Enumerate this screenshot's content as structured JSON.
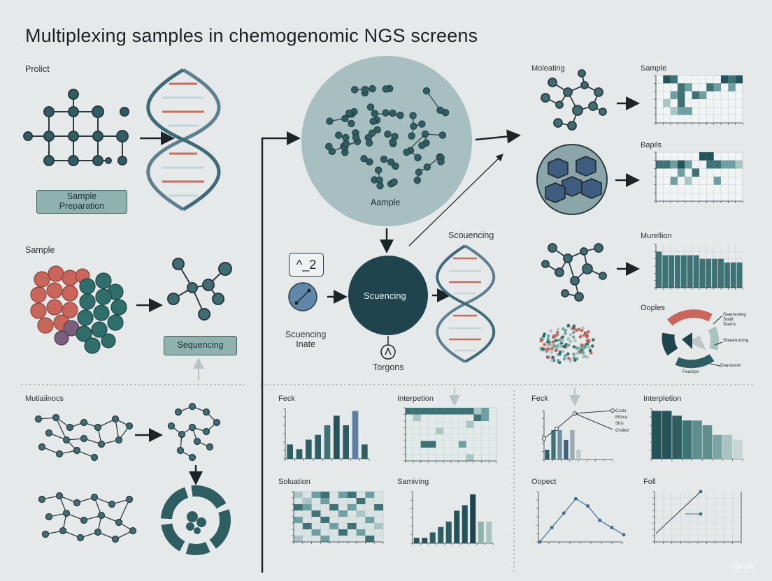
{
  "title": "Multiplexing samples in chemogenomic NGS screens",
  "left": {
    "product_label": "Prolict",
    "sample_prep_box": "Sample\nPreparation",
    "sample_label": "Sample",
    "sequencing_box": "Sequencing",
    "multi_label": "Mutiaiinocs"
  },
  "center": {
    "big_sample_label": "Aample",
    "badge_text": "^_2",
    "sequencing_node": "Scuencing",
    "seq_input_label": "Scuencing\nInate",
    "torgons_label": "Torgons",
    "sequencing_top_label": "Scouencing"
  },
  "right": {
    "moleating_label": "Moleating",
    "sample_label": "Sample",
    "bapils_label": "Bapils",
    "murellion_label": "Murellion",
    "ooples_label": "Ooples",
    "donut_labels": [
      "Saamuning\nStatit\nStams",
      "Sbaamuning",
      "Diamovint",
      "Fearcps"
    ]
  },
  "panels": {
    "row1": [
      "Feck",
      "Interpetion",
      "Feck",
      "Interpletion"
    ],
    "row2": [
      "Soluation",
      "Samiving",
      "Oopect",
      "Foll"
    ],
    "feck_right_legend": [
      "Cuslo",
      "Ettuva",
      "Shis",
      "Orsifed"
    ]
  },
  "watermark": "Grok",
  "chart_data": [
    {
      "type": "heatmap",
      "title": "Sample"
    },
    {
      "type": "heatmap",
      "title": "Bapils"
    },
    {
      "type": "bar",
      "title": "Murellion",
      "values": [
        10,
        9,
        9,
        9,
        9,
        9,
        9,
        8,
        8,
        8,
        8,
        7,
        7,
        7
      ]
    },
    {
      "type": "bar",
      "title": "Feck",
      "values": [
        3,
        2,
        4,
        5,
        7,
        9,
        7,
        10,
        3
      ]
    },
    {
      "type": "heatmap",
      "title": "Interpetion"
    },
    {
      "type": "bar",
      "title": "Feck",
      "values": [
        1,
        3,
        3,
        2,
        3,
        1
      ]
    },
    {
      "type": "bar",
      "title": "Interpletion",
      "values": [
        10,
        10,
        9,
        8,
        8,
        7,
        5,
        5,
        4
      ]
    },
    {
      "type": "heatmap",
      "title": "Soluation"
    },
    {
      "type": "bar",
      "title": "Samiving",
      "values": [
        1,
        1,
        2,
        3,
        4,
        6,
        7,
        9,
        4,
        4
      ]
    },
    {
      "type": "line",
      "title": "Oopect",
      "values": [
        0,
        2,
        4,
        6,
        5,
        3,
        2,
        1
      ]
    },
    {
      "type": "line",
      "title": "Foll",
      "values": [
        0,
        4,
        8
      ]
    }
  ]
}
